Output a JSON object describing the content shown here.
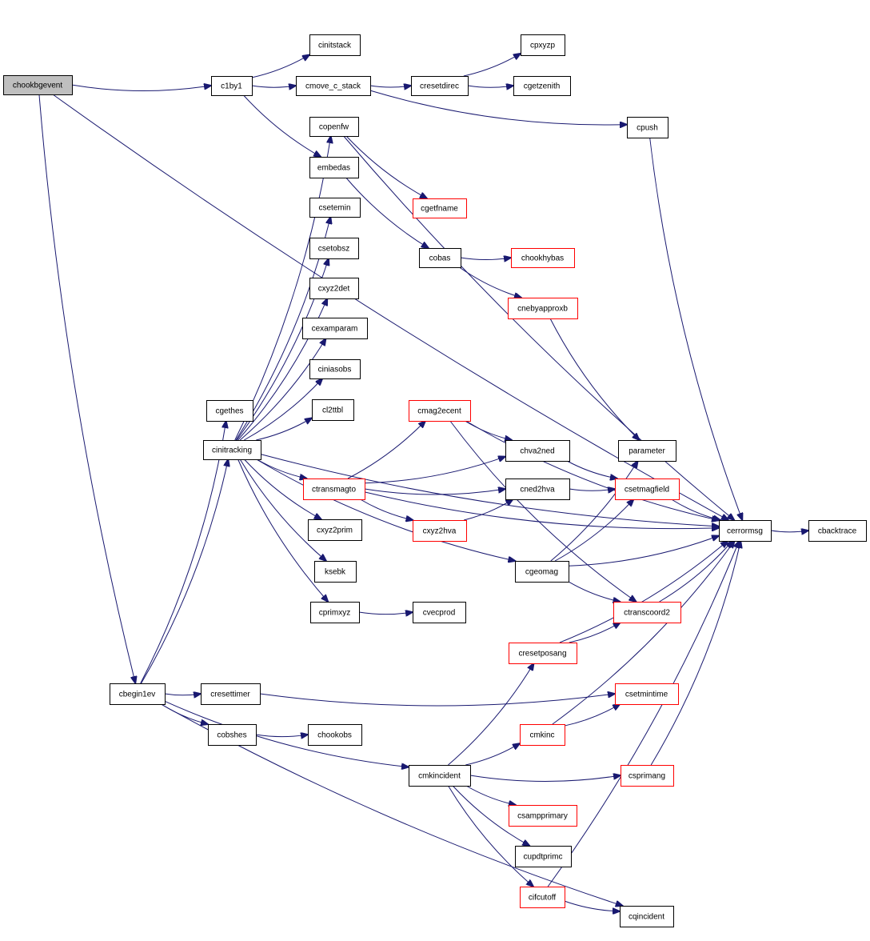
{
  "colors": {
    "edge": "#191970",
    "node_border": "#000000",
    "node_border_link": "#ff0000",
    "node_fill": "#ffffff",
    "root_fill": "#bfbfbf"
  },
  "nodes": [
    {
      "id": "chookbgevent",
      "label": "chookbgevent",
      "style": "root"
    },
    {
      "id": "c1by1",
      "label": "c1by1",
      "style": "normal"
    },
    {
      "id": "cinitstack",
      "label": "cinitstack",
      "style": "normal"
    },
    {
      "id": "cmove_c_stack",
      "label": "cmove_c_stack",
      "style": "normal"
    },
    {
      "id": "cresetdirec",
      "label": "cresetdirec",
      "style": "normal"
    },
    {
      "id": "cpxyzp",
      "label": "cpxyzp",
      "style": "normal"
    },
    {
      "id": "cgetzenith",
      "label": "cgetzenith",
      "style": "normal"
    },
    {
      "id": "cpush",
      "label": "cpush",
      "style": "normal"
    },
    {
      "id": "copenfw",
      "label": "copenfw",
      "style": "normal"
    },
    {
      "id": "embedas",
      "label": "embedas",
      "style": "normal"
    },
    {
      "id": "cgetfname",
      "label": "cgetfname",
      "style": "link"
    },
    {
      "id": "csetemin",
      "label": "csetemin",
      "style": "normal"
    },
    {
      "id": "csetobsz",
      "label": "csetobsz",
      "style": "normal"
    },
    {
      "id": "cobas",
      "label": "cobas",
      "style": "normal"
    },
    {
      "id": "chookhybas",
      "label": "chookhybas",
      "style": "link"
    },
    {
      "id": "cxyz2det",
      "label": "cxyz2det",
      "style": "normal"
    },
    {
      "id": "cnebyapproxb",
      "label": "cnebyapproxb",
      "style": "link"
    },
    {
      "id": "cexamparam",
      "label": "cexamparam",
      "style": "normal"
    },
    {
      "id": "ciniasobs",
      "label": "ciniasobs",
      "style": "normal"
    },
    {
      "id": "cgethes",
      "label": "cgethes",
      "style": "normal"
    },
    {
      "id": "cl2ttbl",
      "label": "cl2ttbl",
      "style": "normal"
    },
    {
      "id": "cmag2ecent",
      "label": "cmag2ecent",
      "style": "link"
    },
    {
      "id": "cinitracking",
      "label": "cinitracking",
      "style": "normal"
    },
    {
      "id": "chva2ned",
      "label": "chva2ned",
      "style": "normal"
    },
    {
      "id": "parameter",
      "label": "parameter",
      "style": "normal"
    },
    {
      "id": "ctransmagto",
      "label": "ctransmagto",
      "style": "link"
    },
    {
      "id": "cned2hva",
      "label": "cned2hva",
      "style": "normal"
    },
    {
      "id": "csetmagfield",
      "label": "csetmagfield",
      "style": "link"
    },
    {
      "id": "cxyz2prim",
      "label": "cxyz2prim",
      "style": "normal"
    },
    {
      "id": "cxyz2hva",
      "label": "cxyz2hva",
      "style": "link"
    },
    {
      "id": "cerrormsg",
      "label": "cerrormsg",
      "style": "normal"
    },
    {
      "id": "cbacktrace",
      "label": "cbacktrace",
      "style": "normal"
    },
    {
      "id": "ksebk",
      "label": "ksebk",
      "style": "normal"
    },
    {
      "id": "cgeomag",
      "label": "cgeomag",
      "style": "normal"
    },
    {
      "id": "cprimxyz",
      "label": "cprimxyz",
      "style": "normal"
    },
    {
      "id": "cvecprod",
      "label": "cvecprod",
      "style": "normal"
    },
    {
      "id": "ctranscoord2",
      "label": "ctranscoord2",
      "style": "link"
    },
    {
      "id": "cresetposang",
      "label": "cresetposang",
      "style": "link"
    },
    {
      "id": "cbegin1ev",
      "label": "cbegin1ev",
      "style": "normal"
    },
    {
      "id": "cresettimer",
      "label": "cresettimer",
      "style": "normal"
    },
    {
      "id": "csetmintime",
      "label": "csetmintime",
      "style": "link"
    },
    {
      "id": "cobshes",
      "label": "cobshes",
      "style": "normal"
    },
    {
      "id": "chookobs",
      "label": "chookobs",
      "style": "normal"
    },
    {
      "id": "cmkinc",
      "label": "cmkinc",
      "style": "link"
    },
    {
      "id": "cmkincident",
      "label": "cmkincident",
      "style": "normal"
    },
    {
      "id": "csprimang",
      "label": "csprimang",
      "style": "link"
    },
    {
      "id": "csampprimary",
      "label": "csampprimary",
      "style": "link"
    },
    {
      "id": "cupdtprimc",
      "label": "cupdtprimc",
      "style": "normal"
    },
    {
      "id": "cifcutoff",
      "label": "cifcutoff",
      "style": "link"
    },
    {
      "id": "cqincident",
      "label": "cqincident",
      "style": "normal"
    }
  ],
  "edges": [
    [
      "chookbgevent",
      "c1by1"
    ],
    [
      "chookbgevent",
      "cerrormsg"
    ],
    [
      "chookbgevent",
      "cbegin1ev"
    ],
    [
      "c1by1",
      "cinitstack"
    ],
    [
      "c1by1",
      "cmove_c_stack"
    ],
    [
      "c1by1",
      "embedas"
    ],
    [
      "cmove_c_stack",
      "cresetdirec"
    ],
    [
      "cmove_c_stack",
      "cpush"
    ],
    [
      "cresetdirec",
      "cpxyzp"
    ],
    [
      "cresetdirec",
      "cgetzenith"
    ],
    [
      "cpush",
      "cerrormsg"
    ],
    [
      "copenfw",
      "cgetfname"
    ],
    [
      "copenfw",
      "cerrormsg"
    ],
    [
      "embedas",
      "cobas"
    ],
    [
      "cobas",
      "chookhybas"
    ],
    [
      "cobas",
      "cnebyapproxb"
    ],
    [
      "cnebyapproxb",
      "parameter"
    ],
    [
      "cinitracking",
      "copenfw"
    ],
    [
      "cinitracking",
      "csetemin"
    ],
    [
      "cinitracking",
      "csetobsz"
    ],
    [
      "cinitracking",
      "cxyz2det"
    ],
    [
      "cinitracking",
      "cexamparam"
    ],
    [
      "cinitracking",
      "ciniasobs"
    ],
    [
      "cinitracking",
      "cl2ttbl"
    ],
    [
      "cinitracking",
      "cerrormsg"
    ],
    [
      "cinitracking",
      "ctransmagto"
    ],
    [
      "cinitracking",
      "cxyz2prim"
    ],
    [
      "cinitracking",
      "ksebk"
    ],
    [
      "cinitracking",
      "cprimxyz"
    ],
    [
      "cinitracking",
      "cgeomag"
    ],
    [
      "cmag2ecent",
      "chva2ned"
    ],
    [
      "cmag2ecent",
      "cerrormsg"
    ],
    [
      "cmag2ecent",
      "ctranscoord2"
    ],
    [
      "ctransmagto",
      "cmag2ecent"
    ],
    [
      "ctransmagto",
      "chva2ned"
    ],
    [
      "ctransmagto",
      "cned2hva"
    ],
    [
      "ctransmagto",
      "cxyz2hva"
    ],
    [
      "ctransmagto",
      "cerrormsg"
    ],
    [
      "chva2ned",
      "csetmagfield"
    ],
    [
      "cned2hva",
      "csetmagfield"
    ],
    [
      "cxyz2hva",
      "cned2hva"
    ],
    [
      "csetmagfield",
      "cerrormsg"
    ],
    [
      "cerrormsg",
      "cbacktrace"
    ],
    [
      "cgeomag",
      "parameter"
    ],
    [
      "cgeomag",
      "csetmagfield"
    ],
    [
      "cgeomag",
      "cerrormsg"
    ],
    [
      "cgeomag",
      "ctranscoord2"
    ],
    [
      "cprimxyz",
      "cvecprod"
    ],
    [
      "ctranscoord2",
      "cerrormsg"
    ],
    [
      "cresetposang",
      "ctranscoord2"
    ],
    [
      "cresetposang",
      "cerrormsg"
    ],
    [
      "cbegin1ev",
      "cgethes"
    ],
    [
      "cbegin1ev",
      "cinitracking"
    ],
    [
      "cbegin1ev",
      "cresettimer"
    ],
    [
      "cbegin1ev",
      "cobshes"
    ],
    [
      "cbegin1ev",
      "cmkincident"
    ],
    [
      "cbegin1ev",
      "cqincident"
    ],
    [
      "cresettimer",
      "csetmintime"
    ],
    [
      "cobshes",
      "chookobs"
    ],
    [
      "cmkinc",
      "csetmintime"
    ],
    [
      "cmkinc",
      "cerrormsg"
    ],
    [
      "cmkincident",
      "cresetposang"
    ],
    [
      "cmkincident",
      "cmkinc"
    ],
    [
      "cmkincident",
      "csprimang"
    ],
    [
      "cmkincident",
      "csampprimary"
    ],
    [
      "cmkincident",
      "cupdtprimc"
    ],
    [
      "cmkincident",
      "cifcutoff"
    ],
    [
      "csprimang",
      "cerrormsg"
    ],
    [
      "cifcutoff",
      "cqincident"
    ],
    [
      "cifcutoff",
      "cerrormsg"
    ]
  ]
}
